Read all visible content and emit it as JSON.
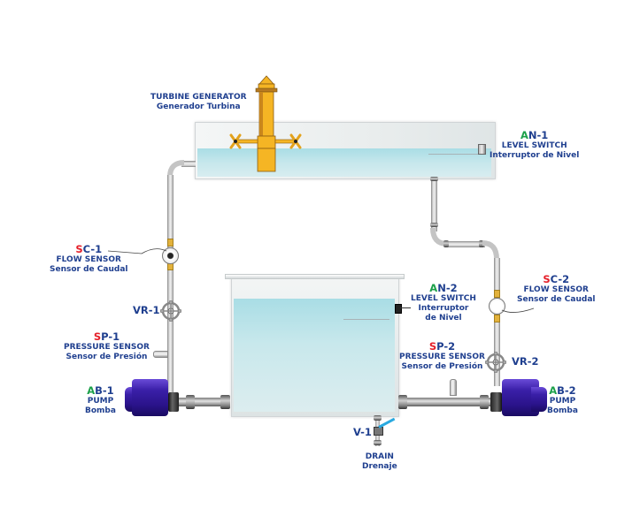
{
  "diagram": {
    "components": {
      "turbine_generator": {
        "label_en": "TURBINE GENERATOR",
        "label_es": "Generador Turbina"
      },
      "an1": {
        "code_prefix": "A",
        "code_rest": "N-1",
        "label_en": "LEVEL SWITCH",
        "label_es": "Interruptor de Nivel"
      },
      "sc1": {
        "code_prefix": "S",
        "code_rest": "C-1",
        "label_en": "FLOW SENSOR",
        "label_es": "Sensor de Caudal"
      },
      "vr1": {
        "code": "VR-1"
      },
      "sp1": {
        "code_prefix": "S",
        "code_rest": "P-1",
        "label_en": "PRESSURE SENSOR",
        "label_es": "Sensor de Presión"
      },
      "ab1": {
        "code_prefix": "A",
        "code_rest": "B-1",
        "label_en": "PUMP",
        "label_es": "Bomba"
      },
      "an2": {
        "code_prefix": "A",
        "code_rest": "N-2",
        "label_en": "LEVEL SWITCH",
        "label_es_1": "Interruptor",
        "label_es_2": "de Nivel"
      },
      "sc2": {
        "code_prefix": "S",
        "code_rest": "C-2",
        "label_en": "FLOW SENSOR",
        "label_es": "Sensor de Caudal"
      },
      "sp2": {
        "code_prefix": "S",
        "code_rest": "P-2",
        "label_en": "PRESSURE SENSOR",
        "label_es": "Sensor de Presión"
      },
      "vr2": {
        "code": "VR-2"
      },
      "ab2": {
        "code_prefix": "A",
        "code_rest": "B-2",
        "label_en": "PUMP",
        "label_es": "Bomba"
      },
      "v1": {
        "code": "V-1"
      },
      "drain": {
        "label_en": "DRAIN",
        "label_es": "Drenaje"
      }
    },
    "colors": {
      "label_text": "#1f3f8f",
      "sensor_prefix": "#e5202a",
      "actuator_prefix": "#1ca04a",
      "pump_body": "#3a1fa8",
      "turbine": "#f5b524",
      "water": "#bfe6ec",
      "valve_handle": "#29a9e0"
    }
  }
}
